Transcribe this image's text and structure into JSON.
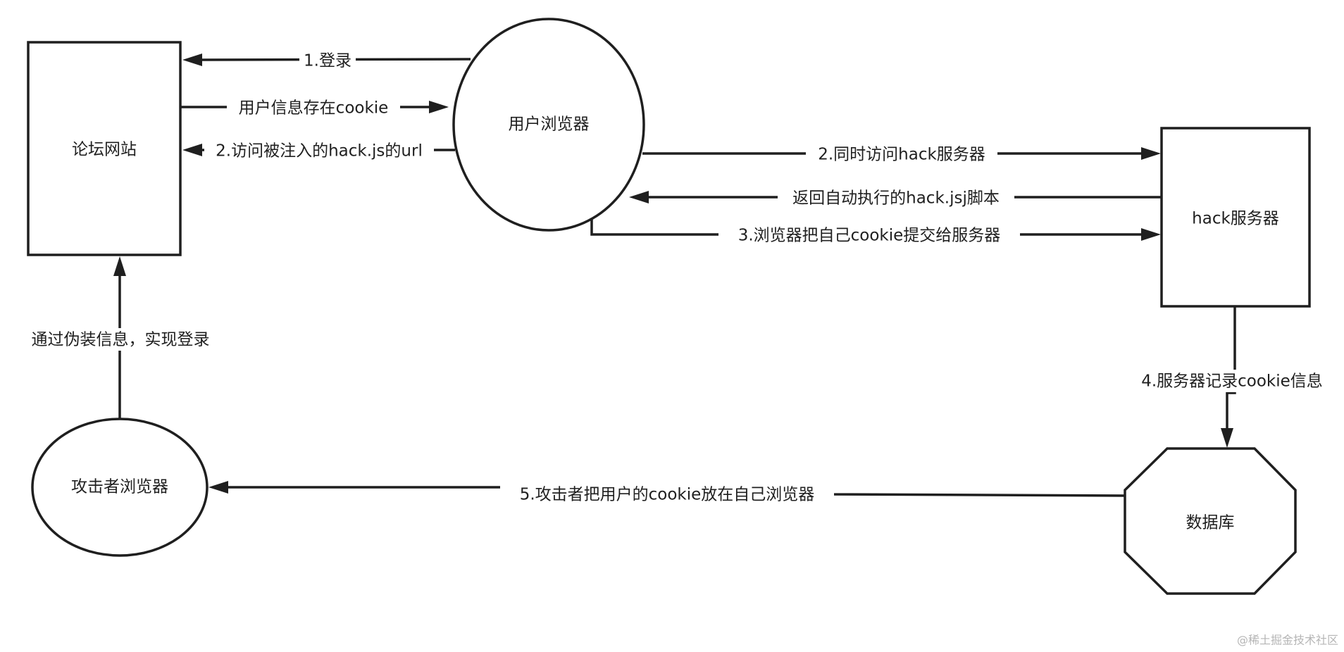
{
  "diagram": {
    "nodes": {
      "forum": {
        "label": "论坛网站",
        "shape": "rectangle"
      },
      "user_browser": {
        "label": "用户浏览器",
        "shape": "ellipse"
      },
      "hack_server": {
        "label": "hack服务器",
        "shape": "rectangle"
      },
      "database": {
        "label": "数据库",
        "shape": "octagon"
      },
      "attacker_browser": {
        "label": "攻击者浏览器",
        "shape": "ellipse"
      }
    },
    "edges": {
      "login": {
        "label": "1.登录",
        "from": "user_browser",
        "to": "forum"
      },
      "cookie_store": {
        "label": "用户信息存在cookie",
        "from": "forum",
        "to": "user_browser"
      },
      "visit_injected": {
        "label": "2.访问被注入的hack.js的url",
        "from": "user_browser",
        "to": "forum"
      },
      "visit_hack": {
        "label": "2.同时访问hack服务器",
        "from": "user_browser",
        "to": "hack_server"
      },
      "return_script": {
        "label": "返回自动执行的hack.jsj脚本",
        "from": "hack_server",
        "to": "user_browser"
      },
      "submit_cookie": {
        "label": "3.浏览器把自己cookie提交给服务器",
        "from": "user_browser",
        "to": "hack_server"
      },
      "record_cookie": {
        "label": "4.服务器记录cookie信息",
        "from": "hack_server",
        "to": "database"
      },
      "attacker_put": {
        "label": "5.攻击者把用户的cookie放在自己浏览器",
        "from": "database",
        "to": "attacker_browser"
      },
      "fake_login": {
        "label": "通过伪装信息，实现登录",
        "from": "attacker_browser",
        "to": "forum"
      }
    },
    "watermark": "@稀土掘金技术社区",
    "colors": {
      "stroke": "#1f1f1f",
      "text": "#1f1f1f",
      "background": "#ffffff",
      "watermark": "#b5b5b5"
    }
  }
}
